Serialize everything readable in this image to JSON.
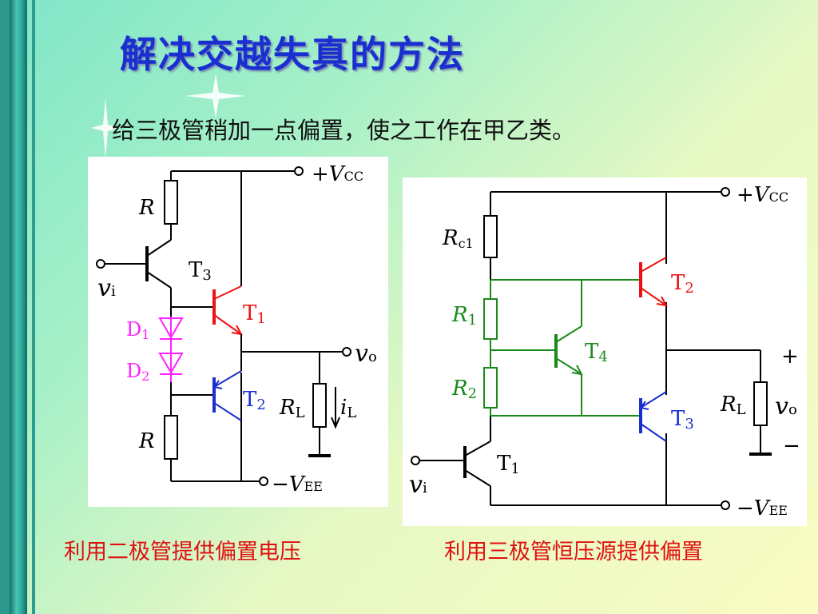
{
  "slide": {
    "title": "解决交越失真的方法",
    "subtitle": "给三极管稍加一点偏置，使之工作在甲乙类。",
    "caption_left": "利用二极管提供偏置电压",
    "caption_right": "利用三极管恒压源提供偏置"
  },
  "circuit_left": {
    "vcc_prefix": "+",
    "vcc_v": "V",
    "vcc_sub": "CC",
    "vee_prefix": "−",
    "vee_v": "V",
    "vee_sub": "EE",
    "r_top": "R",
    "r_bottom": "R",
    "vi": "v",
    "vi_sub": "i",
    "t3": "T",
    "t3_sub": "3",
    "t1": "T",
    "t1_sub": "1",
    "t2": "T",
    "t2_sub": "2",
    "d1": "D",
    "d1_sub": "1",
    "d2": "D",
    "d2_sub": "2",
    "vo": "v",
    "vo_sub": "o",
    "rl": "R",
    "rl_sub": "L",
    "il": "i",
    "il_sub": "L"
  },
  "circuit_right": {
    "vcc_prefix": "+",
    "vcc_v": "V",
    "vcc_sub": "CC",
    "vee_prefix": "−",
    "vee_v": "V",
    "vee_sub": "EE",
    "rc1": "R",
    "rc1_sub": "c1",
    "r1": "R",
    "r1_sub": "1",
    "r2": "R",
    "r2_sub": "2",
    "t2": "T",
    "t2_sub": "2",
    "t3": "T",
    "t3_sub": "3",
    "t4": "T",
    "t4_sub": "4",
    "t1": "T",
    "t1_sub": "1",
    "vi": "v",
    "vi_sub": "i",
    "rl": "R",
    "rl_sub": "L",
    "vo": "v",
    "vo_sub": "o",
    "plus": "+",
    "minus": "−"
  },
  "colors": {
    "title": "#1a2fd0",
    "caption": "#e01010",
    "t1_left": "#ee1111",
    "t2_left": "#1a2fd0",
    "diodes": "#ff22ff",
    "green": "#1a8a1a",
    "wire": "#000000"
  }
}
